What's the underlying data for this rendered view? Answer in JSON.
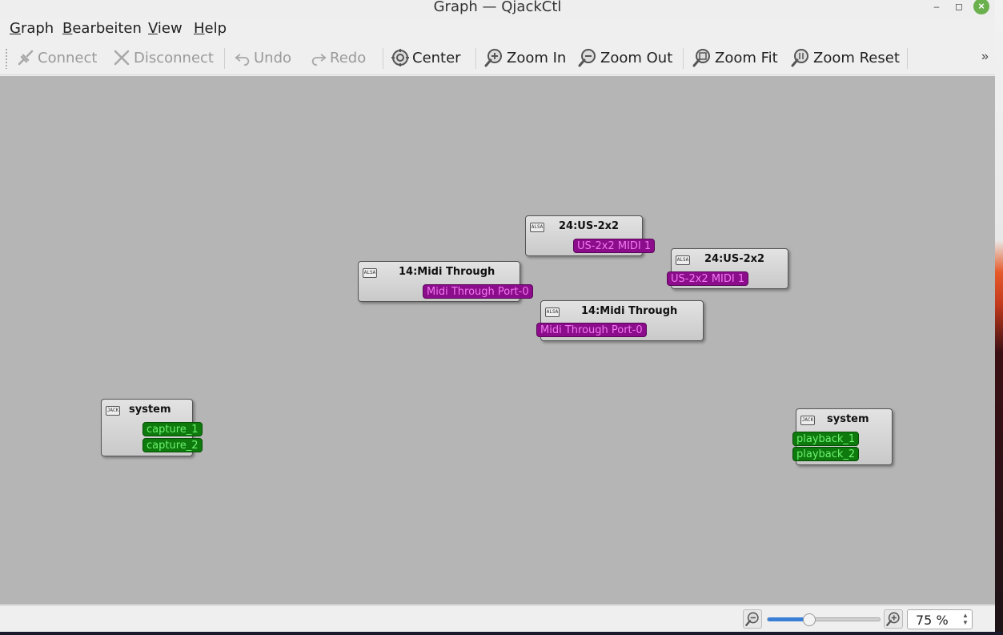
{
  "window": {
    "title": "Graph — QjackCtl"
  },
  "menubar": {
    "items": [
      {
        "label": "Graph",
        "mnemonic": "G",
        "rest": "raph"
      },
      {
        "label": "Bearbeiten",
        "mnemonic": "B",
        "rest": "earbeiten"
      },
      {
        "label": "View",
        "mnemonic": "V",
        "rest": "iew"
      },
      {
        "label": "Help",
        "mnemonic": "H",
        "rest": "elp"
      }
    ]
  },
  "toolbar": {
    "connect": "Connect",
    "disconnect": "Disconnect",
    "undo": "Undo",
    "redo": "Redo",
    "center": "Center",
    "zoom_in": "Zoom In",
    "zoom_out": "Zoom Out",
    "zoom_fit": "Zoom Fit",
    "zoom_reset": "Zoom Reset",
    "overflow": "»"
  },
  "nodes": {
    "alsa_us2x2_a": {
      "title": "24:US-2x2",
      "type_icon": "ALSA",
      "ports": [
        "US-2x2 MIDI 1"
      ]
    },
    "alsa_us2x2_b": {
      "title": "24:US-2x2",
      "type_icon": "ALSA",
      "ports": [
        "US-2x2 MIDI 1"
      ]
    },
    "alsa_midi_through_a": {
      "title": "14:Midi Through",
      "type_icon": "ALSA",
      "ports": [
        "Midi Through Port-0"
      ]
    },
    "alsa_midi_through_b": {
      "title": "14:Midi Through",
      "type_icon": "ALSA",
      "ports": [
        "Midi Through Port-0"
      ]
    },
    "jack_system_capture": {
      "title": "system",
      "type_icon": "JACK",
      "ports": [
        "capture_1",
        "capture_2"
      ]
    },
    "jack_system_playback": {
      "title": "system",
      "type_icon": "JACK",
      "ports": [
        "playback_1",
        "playback_2"
      ]
    }
  },
  "colors": {
    "midi_port": "#8c0d8c",
    "audio_port": "#0e7a0e",
    "canvas": "#b5b5b5",
    "slider_accent": "#3a7fd6"
  },
  "statusbar": {
    "zoom_value": "75 %",
    "zoom_slider_fraction": 0.37
  }
}
